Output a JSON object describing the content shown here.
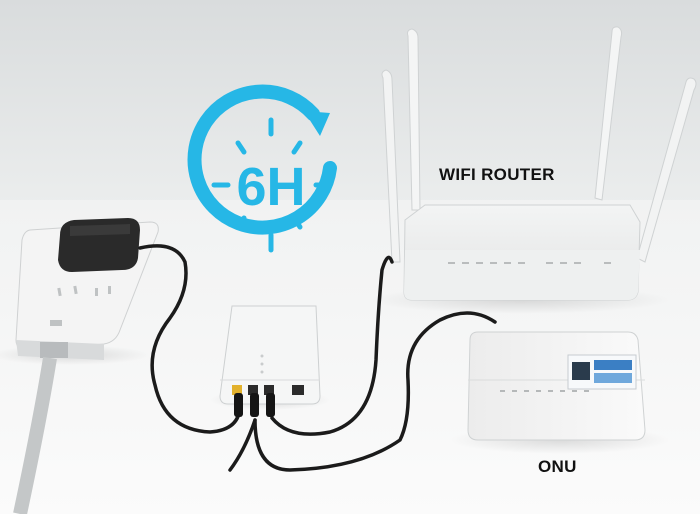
{
  "badge": {
    "text": "6H",
    "color": "#26b7e6",
    "icon": "clock-arrow-icon"
  },
  "labels": {
    "router": "WIFI ROUTER",
    "onu": "ONU"
  },
  "colors": {
    "wall": "#e4e6e7",
    "table": "#f5f6f6",
    "device": "#f0f1f1",
    "cable": "#1a1a1a",
    "adapter": "#2b2b2b"
  }
}
